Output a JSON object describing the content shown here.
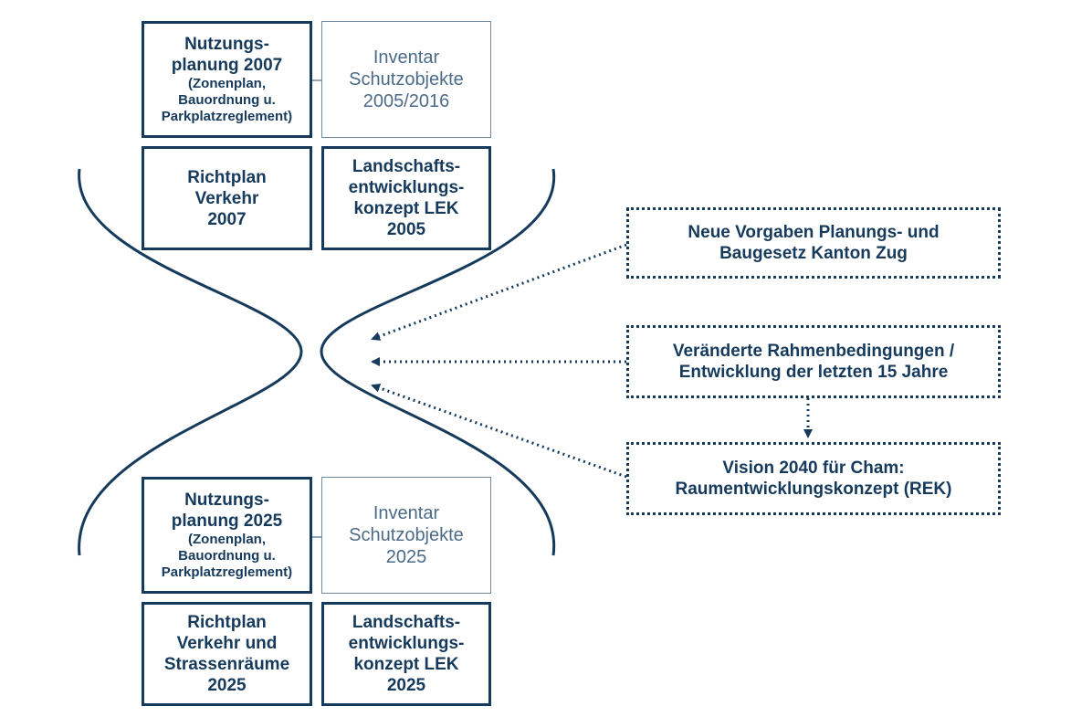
{
  "top": {
    "nutzung": {
      "title1": "Nutzungs-",
      "title2": "planung 2007",
      "sub1": "(Zonenplan,",
      "sub2": "Bauordnung u.",
      "sub3": "Parkplatzreglement)"
    },
    "inventar": {
      "l1": "Inventar",
      "l2": "Schutzobjekte",
      "l3": "2005/2016"
    },
    "richtplan": {
      "l1": "Richtplan",
      "l2": "Verkehr",
      "l3": "2007"
    },
    "lek": {
      "l1": "Landschafts-",
      "l2": "entwicklungs-",
      "l3": "konzept LEK",
      "l4": "2005"
    }
  },
  "bottom": {
    "nutzung": {
      "title1": "Nutzungs-",
      "title2": "planung 2025",
      "sub1": "(Zonenplan,",
      "sub2": "Bauordnung u.",
      "sub3": "Parkplatzreglement)"
    },
    "inventar": {
      "l1": "Inventar",
      "l2": "Schutzobjekte",
      "l3": "2025"
    },
    "richtplan": {
      "l1": "Richtplan",
      "l2": "Verkehr und",
      "l3": "Strassenräume",
      "l4": "2025"
    },
    "lek": {
      "l1": "Landschafts-",
      "l2": "entwicklungs-",
      "l3": "konzept LEK",
      "l4": "2025"
    }
  },
  "inputs": {
    "vorgaben": {
      "l1": "Neue Vorgaben Planungs- und",
      "l2": "Baugesetz Kanton Zug"
    },
    "rahmen": {
      "l1": "Veränderte Rahmenbedingungen /",
      "l2": "Entwicklung der letzten 15 Jahre"
    },
    "vision": {
      "l1": "Vision 2040 für Cham:",
      "l2": "Raumentwicklungskonzept (REK)"
    }
  },
  "colors": {
    "primary": "#163a5c",
    "secondary": "#6f8aa3"
  }
}
